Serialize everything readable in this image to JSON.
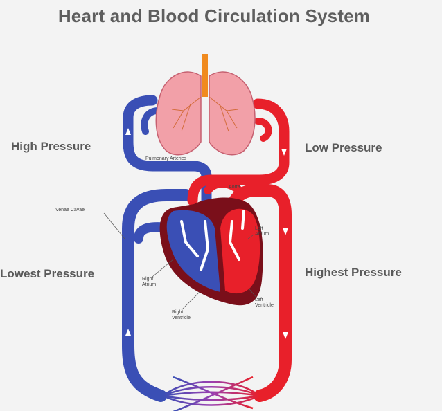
{
  "title": "Heart and Blood Circulation System",
  "pressure_labels": {
    "high": "High Pressure",
    "low": "Low Pressure",
    "lowest": "Lowest Pressure",
    "highest": "Highest Pressure"
  },
  "structure_labels": {
    "pulmonary_arteries": "Pulmonary Arteries",
    "aorta": "Aorta",
    "venae_cavae": "Venae Cavae",
    "left_atrium_1": "Left",
    "left_atrium_2": "Atrium",
    "right_atrium_1": "Right",
    "right_atrium_2": "Atrium",
    "right_ventricle_1": "Right",
    "right_ventricle_2": "Ventricle",
    "left_ventricle_1": "Left",
    "left_ventricle_2": "Ventricle"
  },
  "colors": {
    "deoxygenated": "#3a4fb5",
    "oxygenated": "#e8202a",
    "heart_dark": "#7a0f1a",
    "lung": "#f2a0a8",
    "trachea": "#f08a1e",
    "background": "#f3f3f3",
    "text": "#5a5a5a"
  }
}
